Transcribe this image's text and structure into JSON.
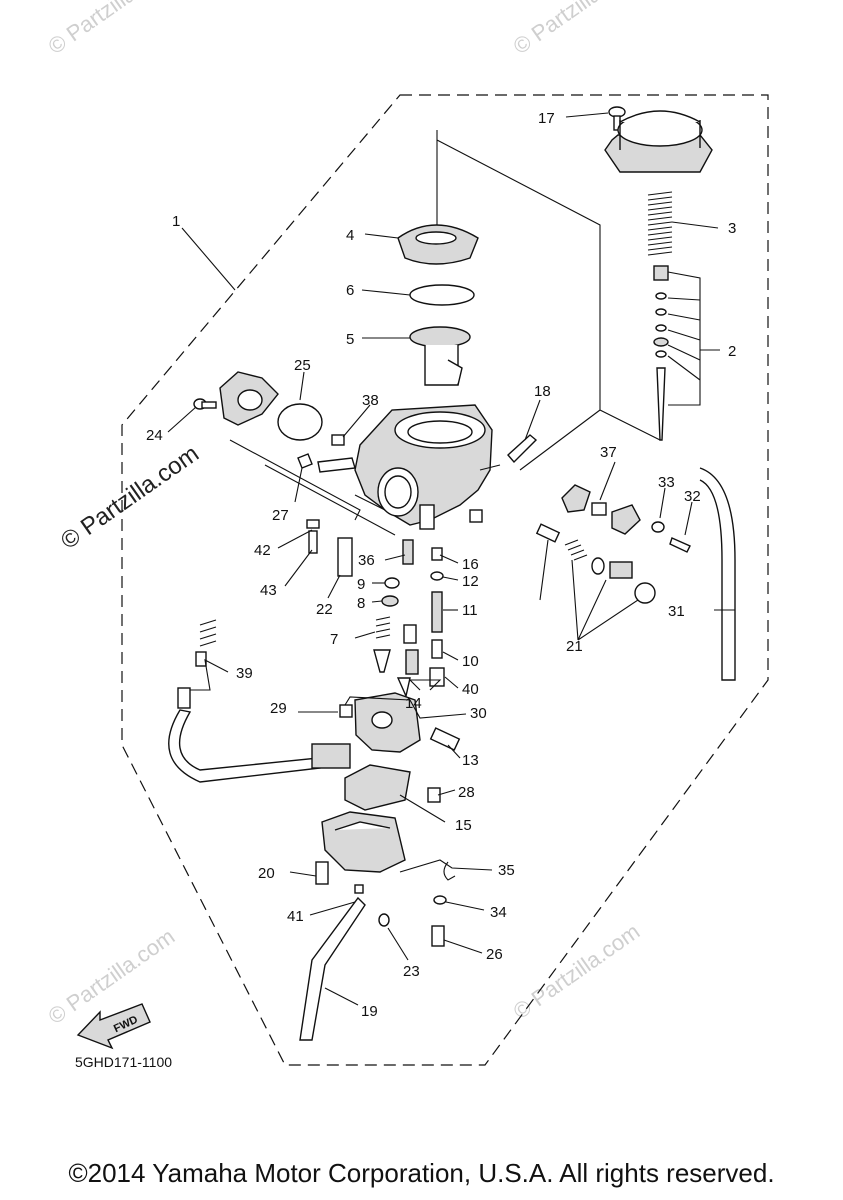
{
  "diagram": {
    "drawing_code": "5GHD171-1100",
    "fwd_label": "FWD",
    "copyright": "©2014 Yamaha Motor Corporation, U.S.A. All rights reserved.",
    "watermark_primary": "© Partzilla.com",
    "watermark_faint": "© Partzilla.com",
    "callouts": {
      "c1": "1",
      "c2": "2",
      "c3": "3",
      "c4": "4",
      "c5": "5",
      "c6": "6",
      "c7": "7",
      "c8": "8",
      "c9": "9",
      "c10": "10",
      "c11": "11",
      "c12": "12",
      "c13": "13",
      "c14": "14",
      "c15": "15",
      "c16": "16",
      "c17": "17",
      "c18": "18",
      "c19": "19",
      "c20": "20",
      "c21": "21",
      "c22": "22",
      "c23": "23",
      "c24": "24",
      "c25": "25",
      "c26": "26",
      "c27": "27",
      "c28": "28",
      "c29": "29",
      "c30": "30",
      "c31": "31",
      "c32": "32",
      "c33": "33",
      "c34": "34",
      "c35": "35",
      "c36": "36",
      "c37": "37",
      "c38": "38",
      "c39": "39",
      "c40": "40",
      "c41": "41",
      "c42": "42",
      "c43": "43"
    }
  }
}
